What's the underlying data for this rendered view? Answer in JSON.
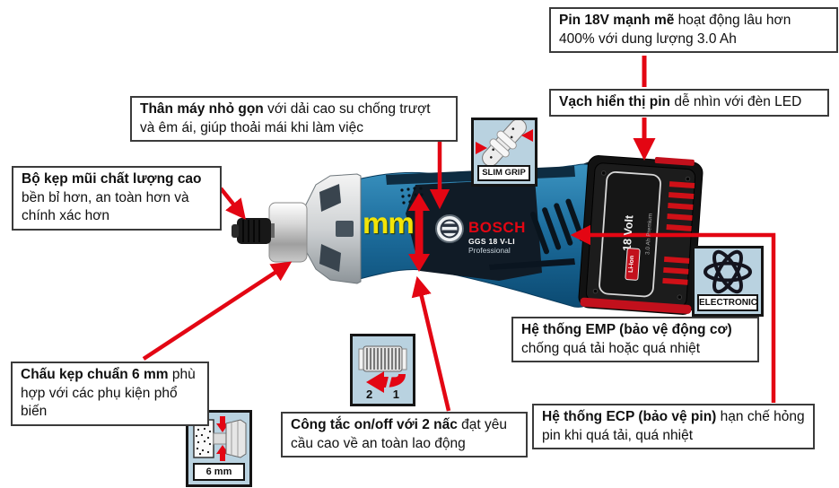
{
  "title": "Bosch GGS 18 V-LI cordless die grinder feature infographic",
  "callouts": {
    "pin": {
      "bold": "Pin 18V mạnh mẽ",
      "text": " hoạt động lâu hơn 400% với dung lượng 3.0 Ah"
    },
    "battery_indicator": {
      "bold": "Vạch hiển thị pin",
      "text": " dễ nhìn với đèn LED"
    },
    "body": {
      "bold": "Thân máy nhỏ gọn",
      "text": " với dải cao su chống trượt và êm ái, giúp thoải mái khi làm việc"
    },
    "collet_quality": {
      "bold": "Bộ kẹp mũi chất lượng cao",
      "text": " bền bỉ hơn, an toàn hơn và chính xác hơn"
    },
    "collet_6mm": {
      "bold": "Chấu kẹp chuẩn 6 mm",
      "text": " phù hợp với các phụ kiện phổ biến"
    },
    "switch": {
      "bold": "Công tắc on/off với 2 nấc",
      "text": " đạt yêu cầu cao về an toàn lao động"
    },
    "emp": {
      "bold": "Hệ thống EMP (bảo vệ động cơ)",
      "text": " chống quá tải hoặc quá nhiệt"
    },
    "ecp": {
      "bold": "Hệ thống ECP (bảo vệ pin)",
      "text": " hạn chế hỏng pin khi quá tải, quá nhiệt"
    }
  },
  "product": {
    "brand": "BOSCH",
    "model": "GGS 18 V-LI",
    "series": "Professional",
    "battery_volt": "18 Volt",
    "battery_capacity": "3.0 Ah Premium",
    "battery_tech": "Li-Ion",
    "dimension_label": "mm"
  },
  "icons": {
    "slim_grip": {
      "label": "SLIM GRIP"
    },
    "electronic": {
      "label": "ELECTRONIC"
    },
    "six_mm": {
      "label": "6 mm"
    },
    "two_stage": {
      "stage2": "2",
      "stage1": "1"
    }
  },
  "colors": {
    "accent_red": "#e30613",
    "bosch_blue": "#1b6b99",
    "icon_background": "#b9d2e0",
    "battery_black": "#161616",
    "highlight_yellow": "#f2e408"
  }
}
